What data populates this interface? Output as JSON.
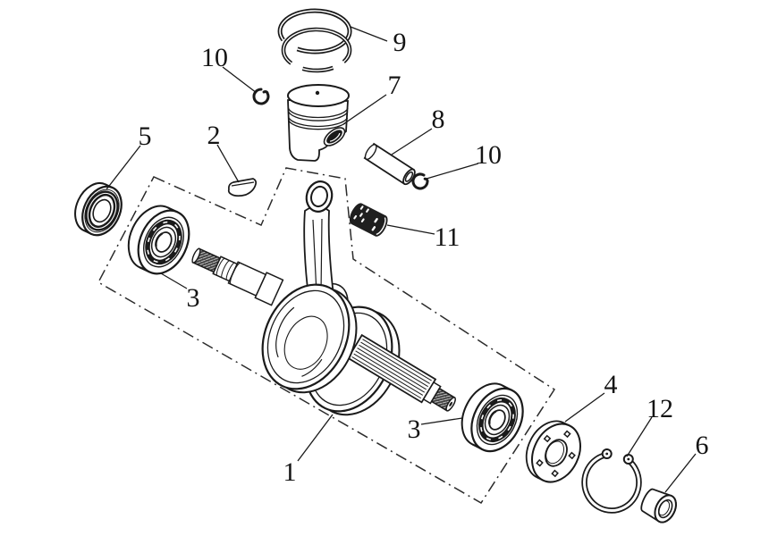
{
  "figure": {
    "type": "exploded-parts-diagram",
    "subject": "engine crankshaft, connecting rod and piston assembly",
    "background": "#ffffff"
  },
  "colors": {
    "line": "#1a1a1a",
    "boundary": "#2b2b2b",
    "thread_fill": "#3c3c3c",
    "thread_hatch": "#c8c8c8"
  },
  "callouts": [
    {
      "label": "1",
      "part": "crankshaft-connecting-rod-assembly"
    },
    {
      "label": "2",
      "part": "woodruff-key"
    },
    {
      "label": "3",
      "part": "main-bearing-left"
    },
    {
      "label": "3",
      "part": "main-bearing-right"
    },
    {
      "label": "4",
      "part": "bearing-retainer-plate"
    },
    {
      "label": "5",
      "part": "oil-seal"
    },
    {
      "label": "6",
      "part": "spacer-bushing"
    },
    {
      "label": "7",
      "part": "piston"
    },
    {
      "label": "8",
      "part": "piston-pin"
    },
    {
      "label": "9",
      "part": "piston-ring-set"
    },
    {
      "label": "10",
      "part": "piston-pin-circlip-left"
    },
    {
      "label": "10",
      "part": "piston-pin-circlip-right"
    },
    {
      "label": "11",
      "part": "small-end-needle-bearing"
    },
    {
      "label": "12",
      "part": "snap-ring"
    }
  ]
}
